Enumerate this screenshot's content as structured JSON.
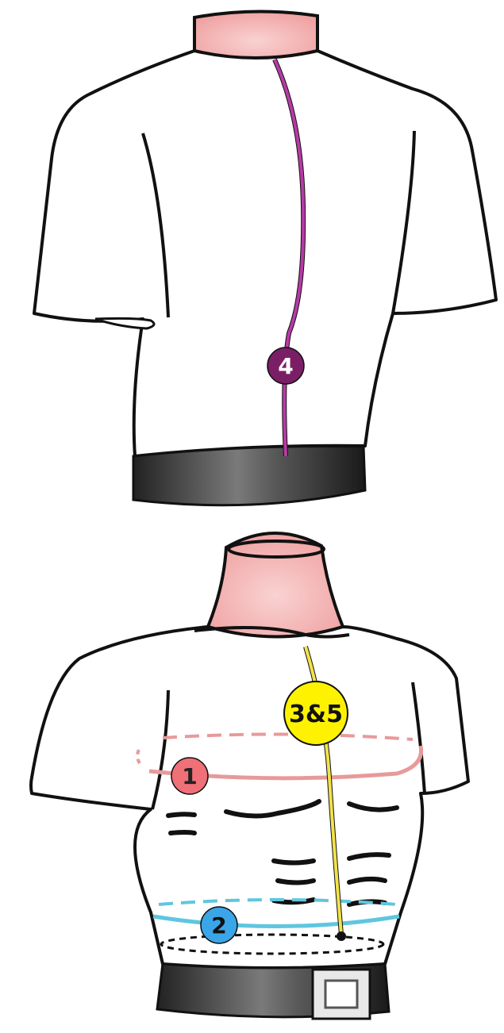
{
  "diagram": {
    "colors": {
      "outline": "#111111",
      "skin": "#f4b9b9",
      "belt": "#2b2b2b",
      "back_length_line": "#b83aa6",
      "front_length_line": "#f3e24a",
      "chest_line": "#e79a9a",
      "waist_line": "#5fc6de"
    },
    "markers": {
      "back_length": {
        "label": "4",
        "color": "#7a1f66",
        "text_color": "#ffffff"
      },
      "front_length": {
        "label": "3&5",
        "color": "#fff200",
        "text_color": "#111111"
      },
      "chest": {
        "label": "1",
        "color": "#f07078",
        "text_color": "#222222"
      },
      "waist": {
        "label": "2",
        "color": "#3aa6e8",
        "text_color": "#111111"
      }
    }
  }
}
